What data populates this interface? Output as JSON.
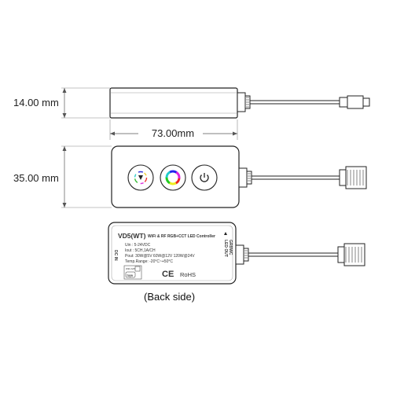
{
  "dimensions": {
    "height_label": "14.00 mm",
    "width_label": "73.00mm",
    "depth_label": "35.00 mm"
  },
  "back_label": {
    "model": "VD5(WT)",
    "title": "WiFi & RF RGB+CCT LED Controller",
    "spec_uin": "Uin : 5-24VDC",
    "spec_iout": "Iout : 5CH,1A/CH",
    "spec_pout": "Pout: 30W@5V  60W@12V  120W@24V",
    "spec_temp": "Temp.Range: -20°C~+50°C",
    "dc_in": "DC IN",
    "led_out": "LED OUT",
    "pins": "GRBWC",
    "ce": "CE",
    "rohs": "RoHS",
    "app_name": "tuya",
    "app_caption": "WiFi APP"
  },
  "caption": "(Back side)"
}
